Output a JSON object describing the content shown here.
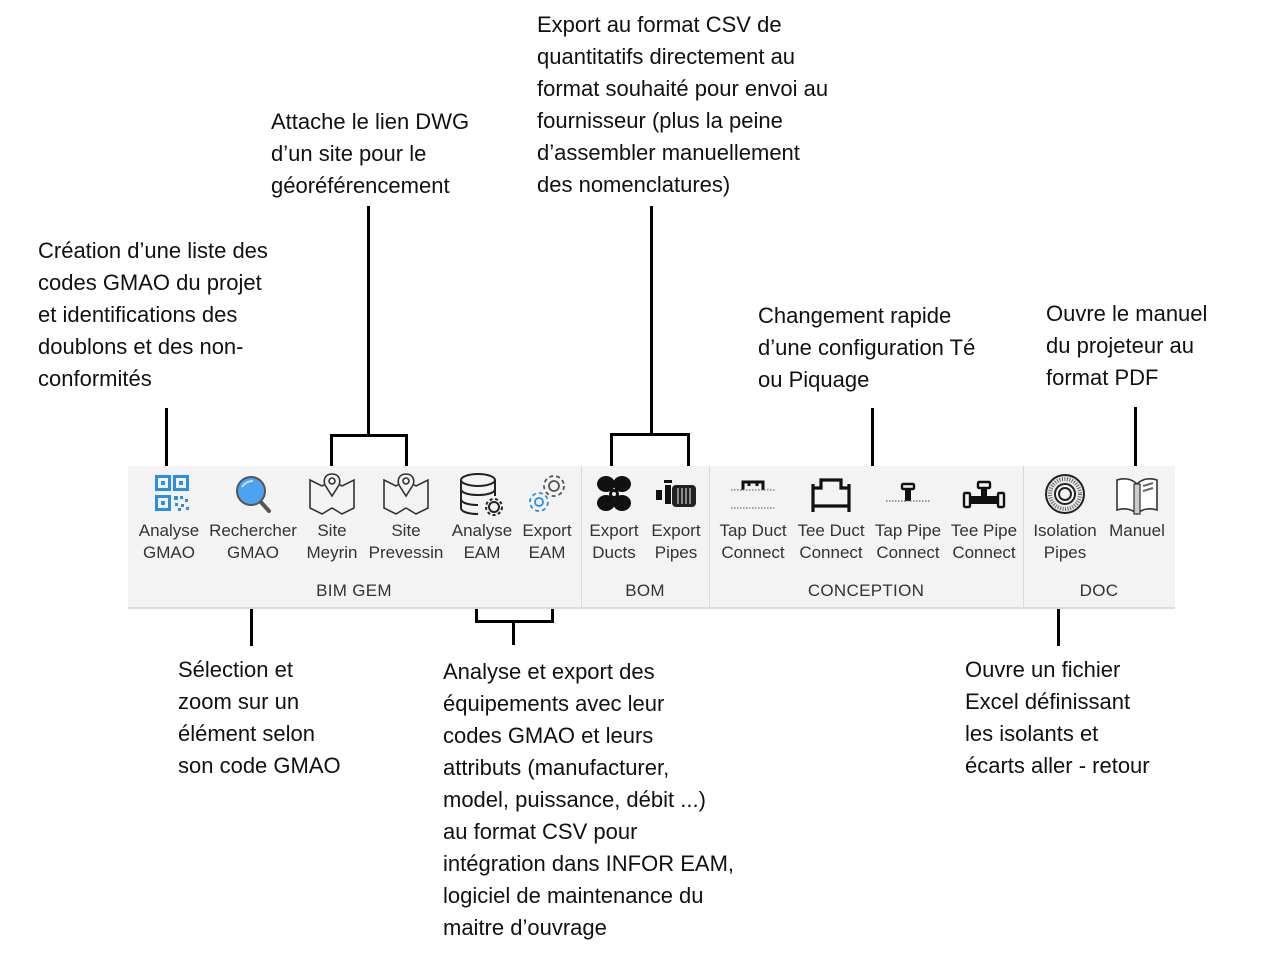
{
  "annotations": {
    "export_bom": "Export au format CSV de\nquantitatifs directement au\nformat souhaité pour envoi au\nfournisseur (plus la peine\nd’assembler manuellement\ndes nomenclatures)",
    "site": "Attache le lien DWG\nd’un site pour le\ngéoréférencement",
    "analyse_gmao": "Création d’une liste des\ncodes GMAO du projet\net identifications des\ndoublons et des non-\nconformités",
    "conception": "Changement rapide\nd’une configuration Té\nou Piquage",
    "manuel": "Ouvre le manuel\ndu projeteur au\nformat PDF",
    "rechercher": "Sélection et\nzoom sur un\nélément selon\nson code GMAO",
    "eam": "Analyse et export des\néquipements avec leur\ncodes GMAO et leurs\nattributs (manufacturer,\nmodel, puissance, débit ...)\nau format CSV pour\nintégration dans INFOR EAM,\nlogiciel de maintenance du\nmaitre d’ouvrage",
    "isolation": "Ouvre un fichier\nExcel définissant\nles isolants et\nécarts aller - retour"
  },
  "ribbon": {
    "panels": [
      {
        "title": "BIM GEM",
        "buttons": [
          {
            "label": "Analyse\nGMAO",
            "icon": "qr-code-icon"
          },
          {
            "label": "Rechercher\nGMAO",
            "icon": "magnifier-icon"
          },
          {
            "label": "Site\nMeyrin",
            "icon": "map-pin-icon"
          },
          {
            "label": "Site\nPrevessin",
            "icon": "map-pin-icon"
          },
          {
            "label": "Analyse\nEAM",
            "icon": "database-gear-icon"
          },
          {
            "label": "Export\nEAM",
            "icon": "gears-icon"
          }
        ]
      },
      {
        "title": "BOM",
        "buttons": [
          {
            "label": "Export\nDucts",
            "icon": "fan-icon"
          },
          {
            "label": "Export\nPipes",
            "icon": "pump-icon"
          }
        ]
      },
      {
        "title": "CONCEPTION",
        "buttons": [
          {
            "label": "Tap Duct\nConnect",
            "icon": "tap-duct-icon"
          },
          {
            "label": "Tee Duct\nConnect",
            "icon": "tee-duct-icon"
          },
          {
            "label": "Tap Pipe\nConnect",
            "icon": "tap-pipe-icon"
          },
          {
            "label": "Tee Pipe\nConnect",
            "icon": "tee-pipe-icon"
          }
        ]
      },
      {
        "title": "DOC",
        "buttons": [
          {
            "label": "Isolation\nPipes",
            "icon": "insulation-ring-icon"
          },
          {
            "label": "Manuel",
            "icon": "open-book-icon"
          }
        ]
      }
    ]
  },
  "colors": {
    "accent_blue": "#2b8fe8",
    "ribbon_bg": "#f3f3f3"
  }
}
